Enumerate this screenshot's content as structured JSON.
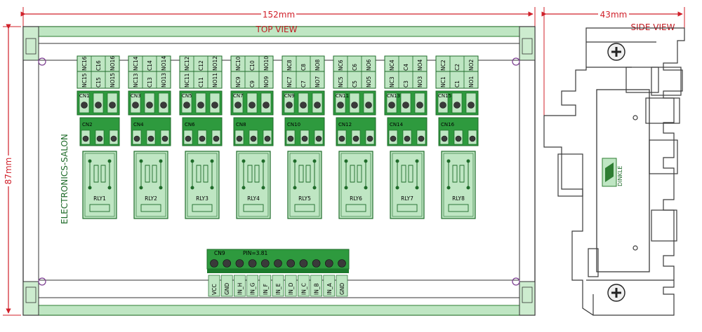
{
  "dimensions": {
    "width_label": "152mm",
    "height_label": "87mm",
    "side_width_label": "43mm"
  },
  "views": {
    "top": "TOP VIEW",
    "side": "SIDE VIEW"
  },
  "brand": "ELECTRONICS-SALON",
  "relays": [
    {
      "top": [
        "NC16",
        "C16",
        "NO16"
      ],
      "bottom": [
        "NC15",
        "C15",
        "NO15"
      ],
      "cn_a": "CN1",
      "cn_b": "CN2",
      "rly": "RLY1"
    },
    {
      "top": [
        "NC14",
        "C14",
        "NO14"
      ],
      "bottom": [
        "NC13",
        "C13",
        "NO13"
      ],
      "cn_a": "CN3",
      "cn_b": "CN4",
      "rly": "RLY2"
    },
    {
      "top": [
        "NC12",
        "C12",
        "NO12"
      ],
      "bottom": [
        "NC11",
        "C11",
        "NO11"
      ],
      "cn_a": "CN5",
      "cn_b": "CN6",
      "rly": "RLY3"
    },
    {
      "top": [
        "NC10",
        "C10",
        "NO10"
      ],
      "bottom": [
        "NC9",
        "C9",
        "NO9"
      ],
      "cn_a": "CN7",
      "cn_b": "CN8",
      "rly": "RLY4"
    },
    {
      "top": [
        "NC8",
        "C8",
        "NO8"
      ],
      "bottom": [
        "NC7",
        "C7",
        "NO7"
      ],
      "cn_a": "CN9",
      "cn_b": "CN10",
      "rly": "RLY5"
    },
    {
      "top": [
        "NC6",
        "C6",
        "NO6"
      ],
      "bottom": [
        "NC5",
        "C5",
        "NO5"
      ],
      "cn_a": "CN11",
      "cn_b": "CN12",
      "rly": "RLY6"
    },
    {
      "top": [
        "NC4",
        "C4",
        "NO4"
      ],
      "bottom": [
        "NC3",
        "C3",
        "NO3"
      ],
      "cn_a": "CN13",
      "cn_b": "CN14",
      "rly": "RLY7"
    },
    {
      "top": [
        "NC2",
        "C2",
        "NO2"
      ],
      "bottom": [
        "NC1",
        "C1",
        "NO1"
      ],
      "cn_a": "CN15",
      "cn_b": "CN16",
      "rly": "RLY8"
    }
  ],
  "input_connector": {
    "label": "CN9",
    "pitch": "PIN=3.81",
    "pins": [
      "VCC",
      "GND",
      "IN_H",
      "IN_G",
      "IN_F",
      "IN_E",
      "IN_D",
      "IN_C",
      "IN_B",
      "IN_A",
      "GND"
    ]
  },
  "din_logo": "DINKLE",
  "colors": {
    "green": "#2e9a3e",
    "green_light": "#bfe6c3",
    "pcb_line": "#1f6b2a",
    "dim_red": "#d0202a",
    "outline": "#3a3a3a"
  }
}
